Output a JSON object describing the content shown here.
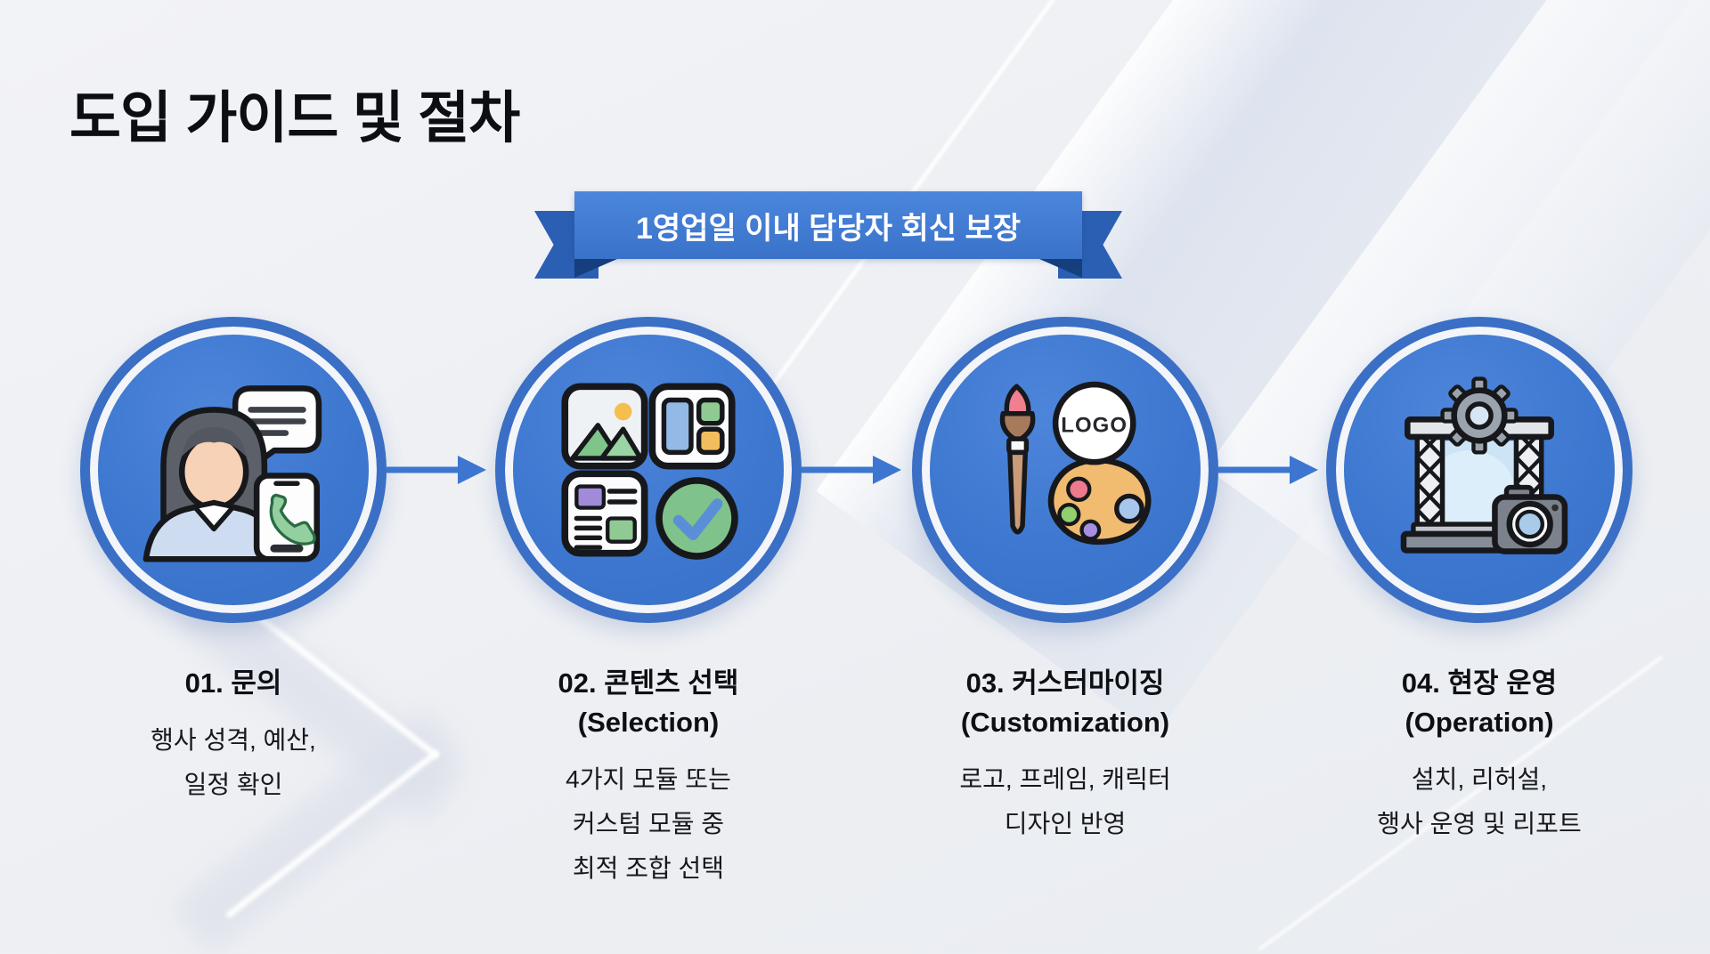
{
  "title": "도입 가이드 및 절차",
  "ribbon": {
    "text": "1영업일 이내 담당자 회신 보장"
  },
  "steps": [
    {
      "title": "01. 문의",
      "subtitle": "",
      "icon": "person-chat-phone-icon",
      "desc": [
        "행사 성격, 예산,",
        "일정 확인"
      ]
    },
    {
      "title": "02. 콘텐츠 선택",
      "subtitle": "(Selection)",
      "icon": "content-modules-icon",
      "desc": [
        "4가지 모듈 또는",
        "커스텀 모듈 중",
        "최적 조합 선택"
      ]
    },
    {
      "title": "03. 커스터마이징",
      "subtitle": "(Customization)",
      "icon": "brush-palette-logo-icon",
      "desc": [
        "로고, 프레임, 캐릭터",
        "디자인 반영"
      ]
    },
    {
      "title": "04. 현장 운영",
      "subtitle": "(Operation)",
      "icon": "stage-truss-camera-icon",
      "desc": [
        "설치, 리허설,",
        "행사 운영 및 리포트"
      ]
    }
  ],
  "logo_badge": "LOGO",
  "colors": {
    "circle_blue": "#3d77cf",
    "circle_border": "#3a6fc5",
    "ribbon_blue": "#3a72c9",
    "ribbon_tail": "#2b5fb3",
    "ribbon_fold": "#163f7e",
    "arrow_blue": "#3c76d0",
    "background": "#eef0f4",
    "text_dark": "#0e0f12"
  }
}
